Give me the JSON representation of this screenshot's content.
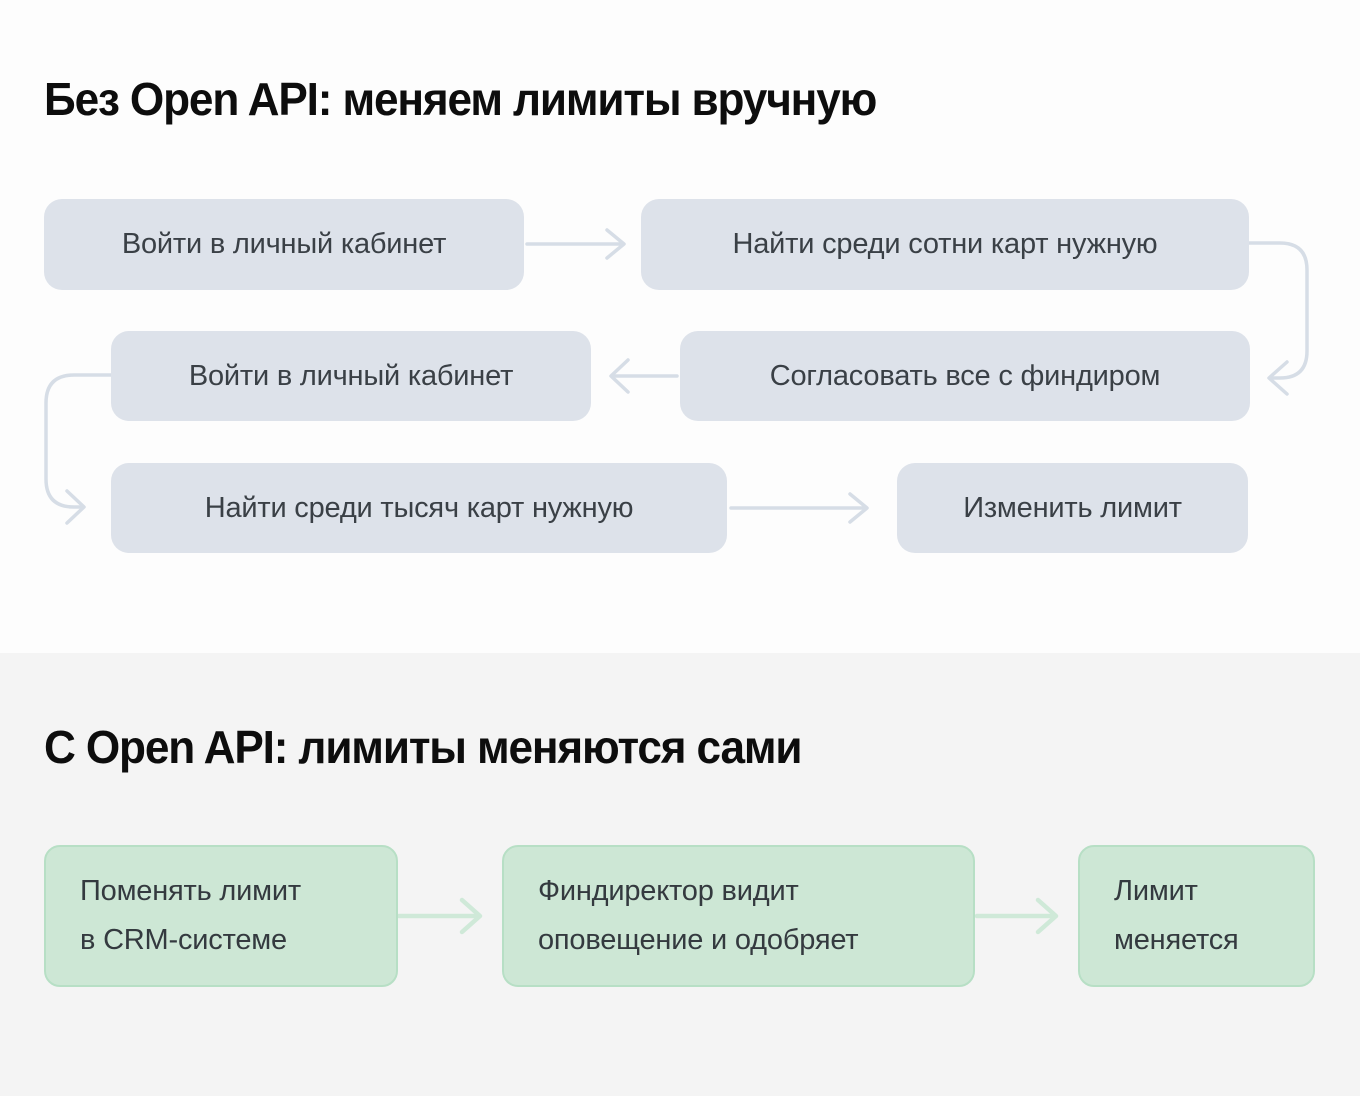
{
  "colors": {
    "top_background": "#fdfdfd",
    "bottom_background": "#f4f4f4",
    "gray_box_fill": "#dde2ea",
    "gray_arrow": "#d6dde6",
    "green_box_fill": "#cde7d5",
    "green_box_border": "#b7dfc5",
    "green_arrow": "#cfe9d8",
    "box_text": "#3a4046",
    "title_text": "#0d0d0d"
  },
  "manual_section": {
    "title": "Без Open API: меняем лимиты вручную",
    "steps": [
      {
        "label": "Войти в личный кабинет"
      },
      {
        "label": "Найти среди сотни карт нужную"
      },
      {
        "label": "Войти в личный кабинет"
      },
      {
        "label": "Согласовать все с финдиром"
      },
      {
        "label": "Найти среди тысяч карт нужную"
      },
      {
        "label": "Изменить лимит"
      }
    ]
  },
  "auto_section": {
    "title": "С Open API: лимиты меняются сами",
    "steps": [
      {
        "line1": "Поменять лимит",
        "line2": "в CRM-системе"
      },
      {
        "line1": "Финдиректор видит",
        "line2": "оповещение и одобряет"
      },
      {
        "line1": "Лимит",
        "line2": "меняется"
      }
    ]
  }
}
